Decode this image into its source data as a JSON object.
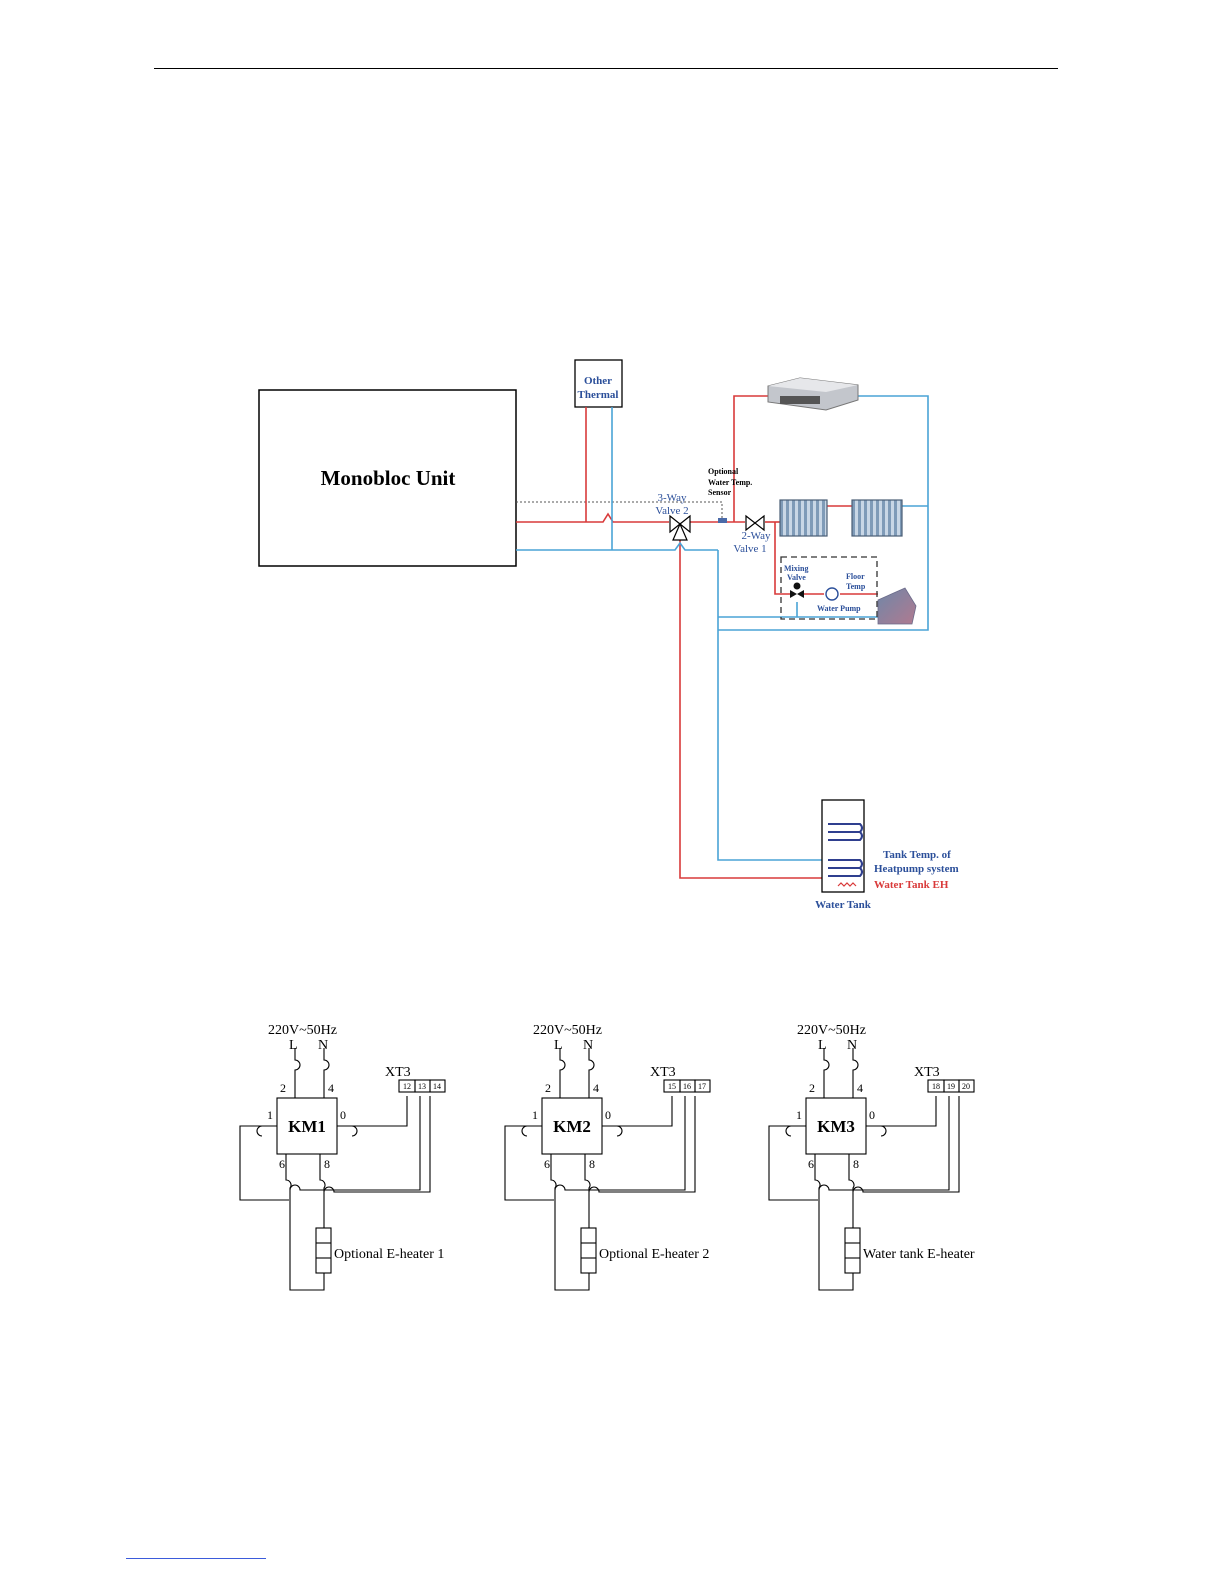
{
  "colors": {
    "supply": "#d93a3a",
    "return": "#4aa3d6",
    "label_blue": "#2b4f9a",
    "label_red": "#d93a3a",
    "ink": "#000000"
  },
  "piping": {
    "monobloc": "Monobloc Unit",
    "other_thermal": [
      "Other",
      "Thermal"
    ],
    "sensor": [
      "Optional",
      "Water Temp.",
      "Sensor"
    ],
    "valve3": [
      "3-Way",
      "Valve 2"
    ],
    "valve2": [
      "2-Way",
      "Valve 1"
    ],
    "mixing": [
      "Mixing",
      "Valve"
    ],
    "floor": [
      "Floor",
      "Temp"
    ],
    "pump": "Water Pump",
    "tank_temp": [
      "Tank Temp. of",
      "Heatpump system"
    ],
    "tank_eh": "Water Tank EH",
    "tank": "Water Tank"
  },
  "wiring": [
    {
      "supply": "220V~50Hz",
      "l": "L",
      "n": "N",
      "xt": "XT3",
      "contactor": "KM1",
      "terminals": [
        "12",
        "13",
        "14"
      ],
      "pins": [
        "2",
        "4",
        "1",
        "0",
        "6",
        "8"
      ],
      "heater": "Optional E-heater 1"
    },
    {
      "supply": "220V~50Hz",
      "l": "L",
      "n": "N",
      "xt": "XT3",
      "contactor": "KM2",
      "terminals": [
        "15",
        "16",
        "17"
      ],
      "pins": [
        "2",
        "4",
        "1",
        "0",
        "6",
        "8"
      ],
      "heater": "Optional E-heater 2"
    },
    {
      "supply": "220V~50Hz",
      "l": "L",
      "n": "N",
      "xt": "XT3",
      "contactor": "KM3",
      "terminals": [
        "18",
        "19",
        "20"
      ],
      "pins": [
        "2",
        "4",
        "1",
        "0",
        "6",
        "8"
      ],
      "heater": "Water tank E-heater"
    }
  ]
}
